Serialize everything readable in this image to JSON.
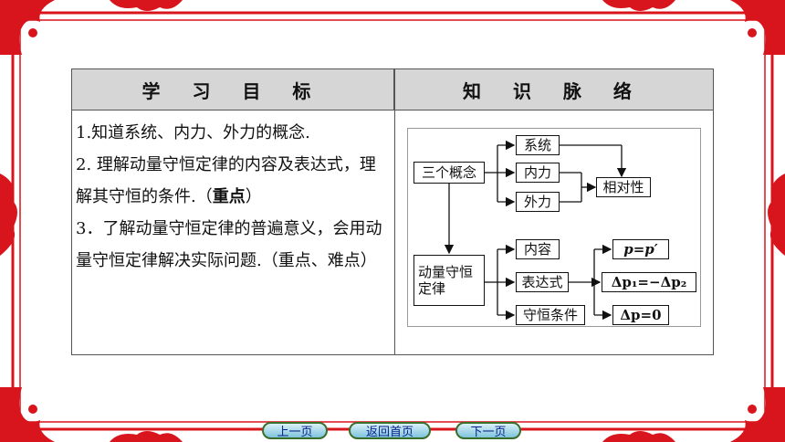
{
  "table": {
    "header_left": "学 习 目 标",
    "header_right": "知 识 脉 络"
  },
  "goals": {
    "g1": "1.知道系统、内力、外力的概念.",
    "g2a": "2. 理解动量守恒定律的内容及表达式，理解其守恒的条件.（",
    "g2b": "重点",
    "g2c": "）",
    "g3": "3．了解动量守恒定律的普遍意义，会用动量守恒定律解决实际问题.（重点、难点）"
  },
  "diagram": {
    "three_concepts": "三个概念",
    "system": "系统",
    "internal_force": "内力",
    "external_force": "外力",
    "relativity": "相对性",
    "law": "动量守恒定律",
    "content": "内容",
    "expression": "表达式",
    "condition": "守恒条件",
    "f1": "p=p′",
    "f2": "Δp₁=−Δp₂",
    "f3": "Δp=0"
  },
  "nav": {
    "prev": "上一页",
    "home": "返回首页",
    "next": "下一页"
  },
  "colors": {
    "border_red": "#d8141c",
    "header_gray": "#d6d6d6",
    "nav_text": "#0a1f8a"
  }
}
